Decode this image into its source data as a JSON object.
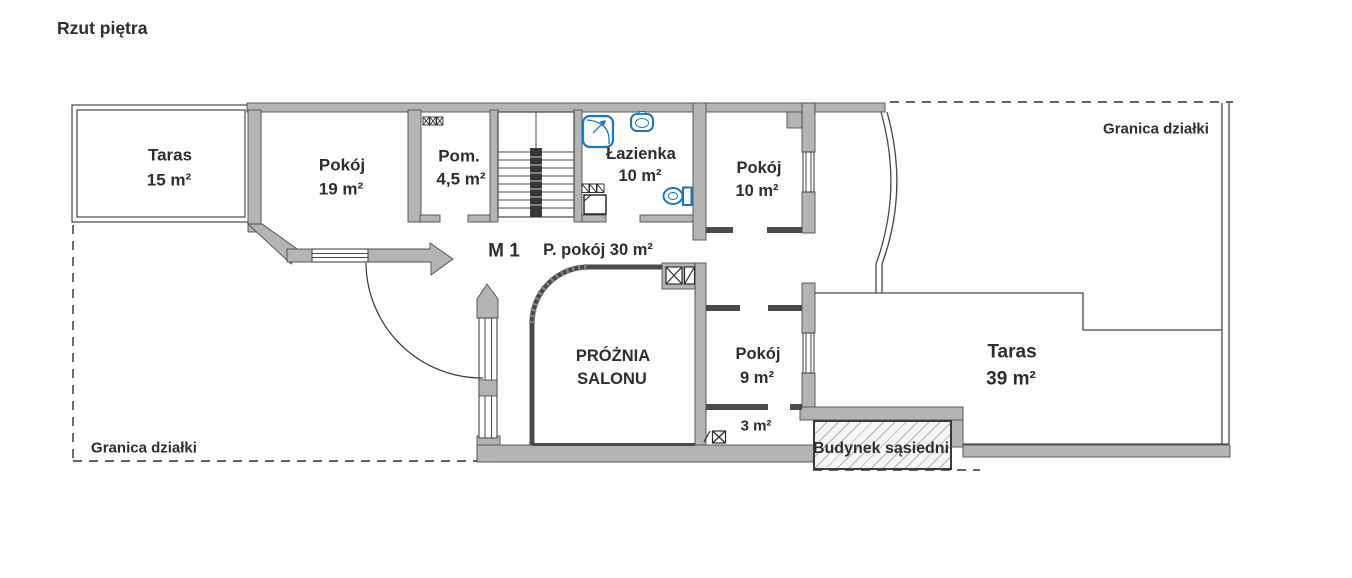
{
  "title": "Rzut piętra",
  "unit_label": "M 1",
  "unit_area_note": "P. pokój 30 m²",
  "rooms": {
    "taras_left": {
      "name": "Taras",
      "area": "15 m²"
    },
    "pokoj_19": {
      "name": "Pokój",
      "area": "19 m²"
    },
    "pom": {
      "name": "Pom.",
      "area": "4,5 m²"
    },
    "lazienka": {
      "name": "Łazienka",
      "area": "10 m²"
    },
    "pokoj_10": {
      "name": "Pokój",
      "area": "10 m²"
    },
    "proznia_salonu": {
      "line1": "PRÓŻNIA",
      "line2": "SALONU"
    },
    "pokoj_9": {
      "name": "Pokój",
      "area": "9 m²"
    },
    "room_3": {
      "area": "3 m²"
    },
    "taras_right": {
      "name": "Taras",
      "area": "39 m²"
    }
  },
  "annotations": {
    "plot_boundary_top": "Granica działki",
    "plot_boundary_bottom": "Granica działki",
    "neighbor_building": "Budynek sąsiedni"
  },
  "icons": {
    "bathroom": [
      "shower-icon",
      "sink-icon",
      "toilet-icon",
      "washing-machine-icon"
    ],
    "other": [
      "staircase",
      "vent-shaft-icon",
      "door-swing-arc",
      "bow-window-curve"
    ]
  },
  "colors": {
    "wall_fill": "#b4b4b4",
    "wall_edge": "#4d4d4d",
    "thin_wall": "#474747",
    "fixture_blue": "#1778c2",
    "text": "#2d2d2d"
  }
}
